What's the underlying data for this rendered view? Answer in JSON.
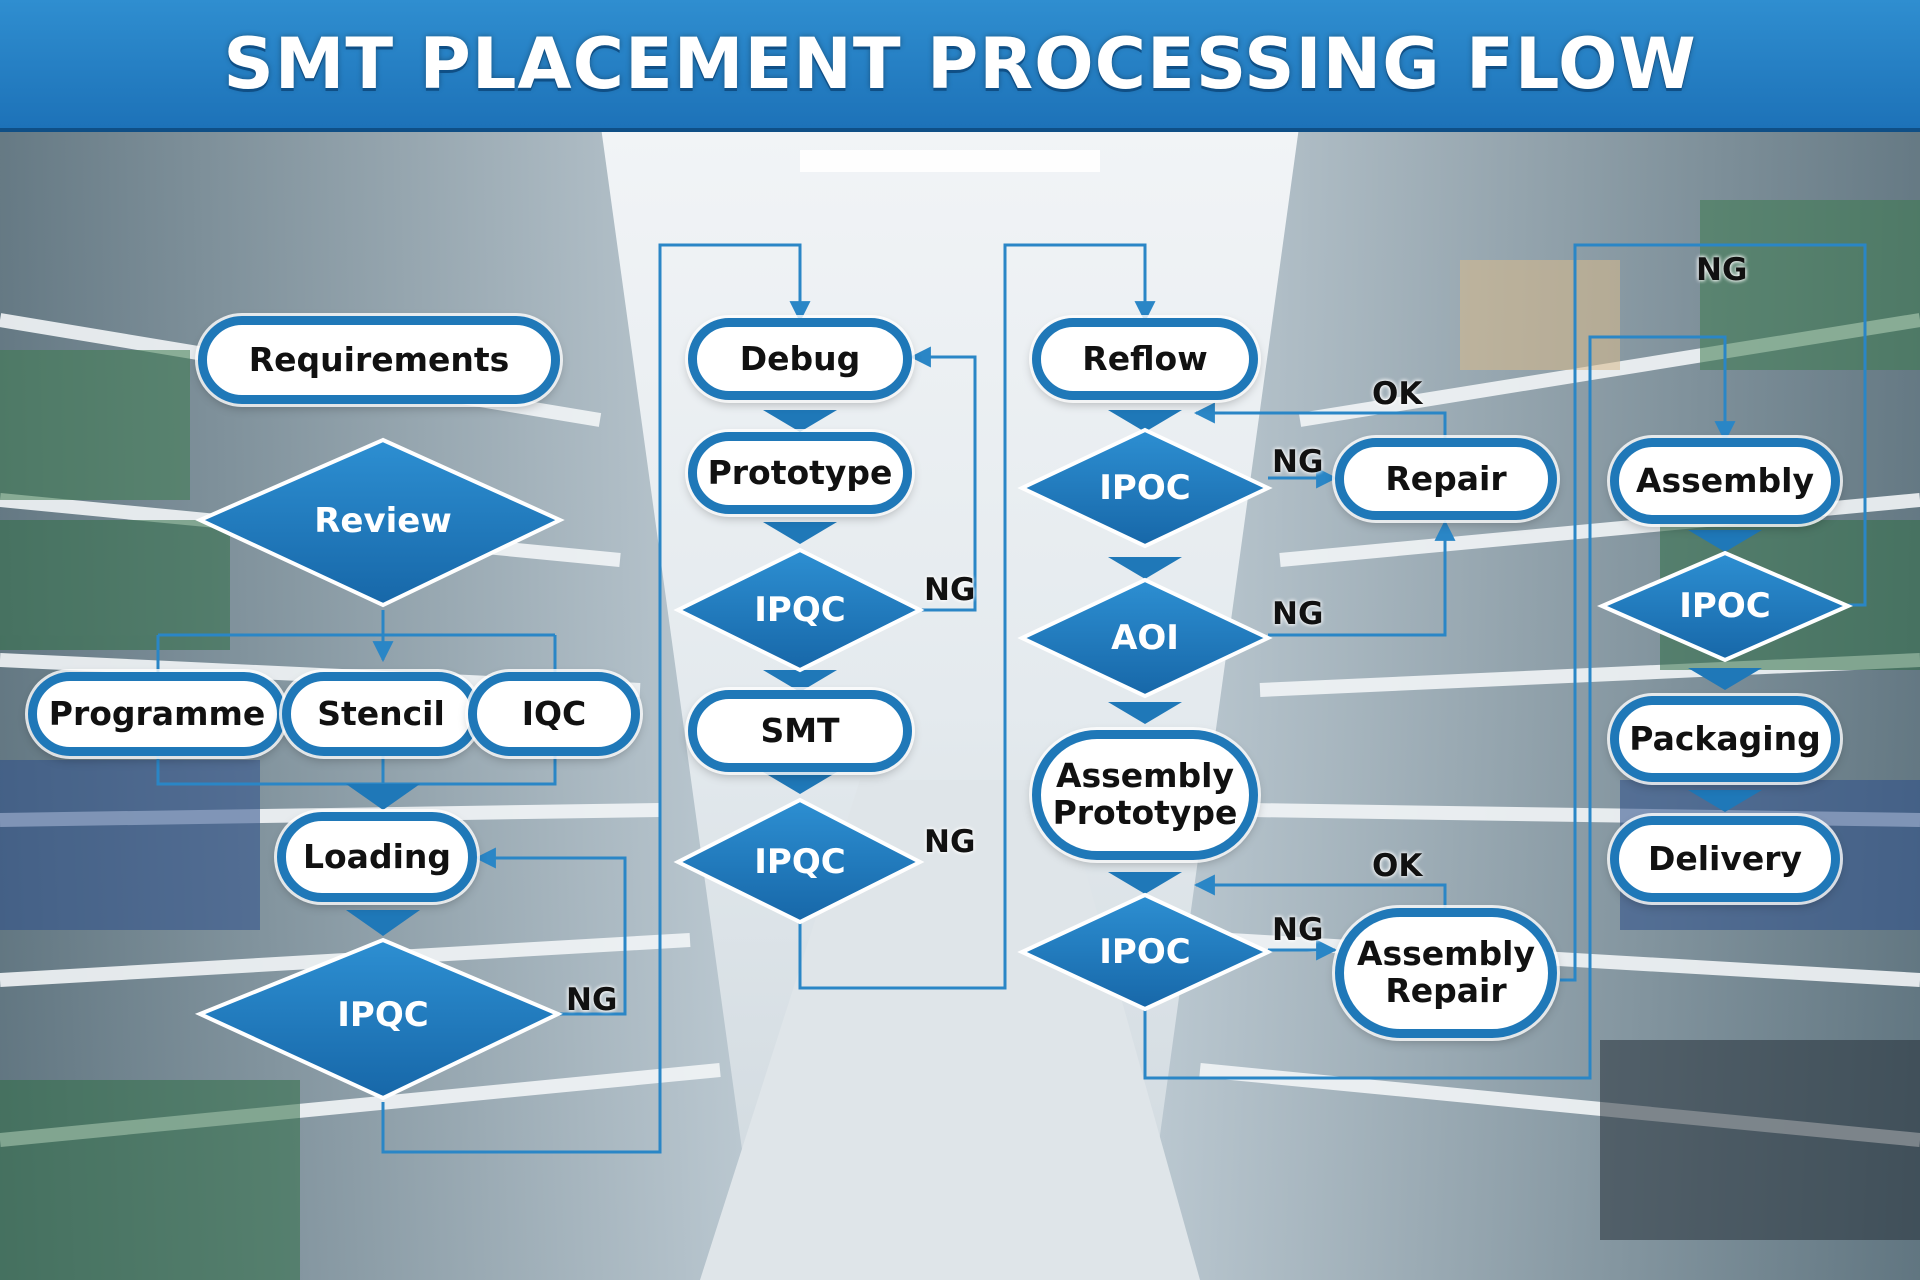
{
  "title": "SMT PLACEMENT PROCESSING FLOW",
  "colors": {
    "accent": "#1f78b8",
    "banner": "#1d72b8",
    "connector": "#2a86c6",
    "node_fill": "#ffffff"
  },
  "col1": {
    "requirements": "Requirements",
    "review": "Review",
    "programme": "Programme",
    "stencil": "Stencil",
    "iqc": "IQC",
    "loading": "Loading",
    "ipqc": "IPQC",
    "ng": "NG"
  },
  "col2": {
    "debug": "Debug",
    "prototype": "Prototype",
    "ipqc1": "IPQC",
    "ng1": "NG",
    "smt": "SMT",
    "ipqc2": "IPQC",
    "ng2": "NG"
  },
  "col3": {
    "reflow": "Reflow",
    "ipoc1": "IPOC",
    "ng1": "NG",
    "repair": "Repair",
    "ok1": "OK",
    "aoi": "AOI",
    "ng2": "NG",
    "assembly_prototype": "Assembly\nPrototype",
    "ipoc2": "IPOC",
    "ng3": "NG",
    "assembly_repair": "Assembly\nRepair",
    "ok2": "OK"
  },
  "col4": {
    "ng": "NG",
    "assembly": "Assembly",
    "ipoc": "IPOC",
    "packaging": "Packaging",
    "delivery": "Delivery"
  }
}
